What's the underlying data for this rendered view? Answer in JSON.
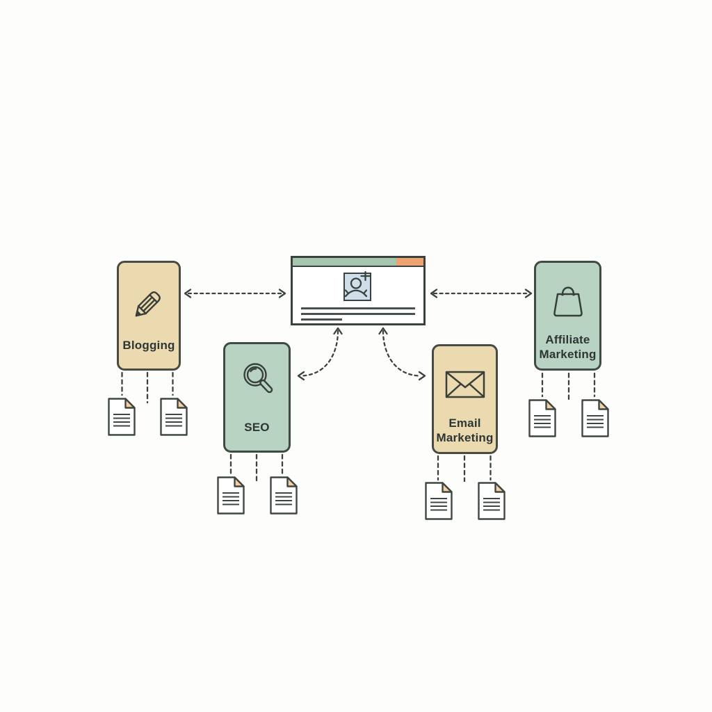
{
  "diagram": {
    "center_window": {
      "icon": "add-user-icon",
      "header_segment_colors": [
        "#a6c7ae",
        "#eea26e"
      ],
      "text_line_count": 3
    },
    "channels": [
      {
        "label": "Blogging",
        "icon": "pencil-icon",
        "fill": "#ebd9b0",
        "document_count": 2
      },
      {
        "label": "SEO",
        "icon": "magnifying-glass-icon",
        "fill": "#b9d3c3",
        "document_count": 2
      },
      {
        "label": "Email Marketing",
        "icon": "envelope-icon",
        "fill": "#ebd9b0",
        "document_count": 2
      },
      {
        "label": "Affiliate Marketing",
        "icon": "shopping-bag-icon",
        "fill": "#b9d3c3",
        "document_count": 2
      }
    ],
    "colors": {
      "background": "#fdfdfc",
      "outline": "#3d4540",
      "tan_card": "#ebd9b0",
      "green_card": "#b9d3c3",
      "header_green": "#a6c7ae",
      "header_orange": "#eea26e",
      "icon_panel_blue": "#cfdfe9",
      "document_fold": "#f4cfa3",
      "label_text": "#2d3634"
    }
  }
}
